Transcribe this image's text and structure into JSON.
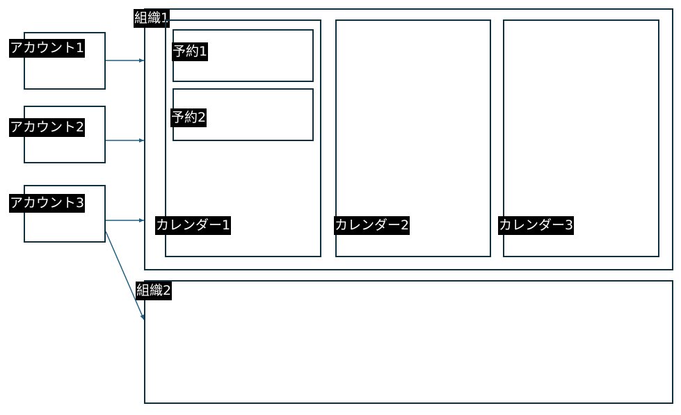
{
  "accounts": [
    {
      "label": "アカウント1"
    },
    {
      "label": "アカウント2"
    },
    {
      "label": "アカウント3"
    }
  ],
  "organizations": [
    {
      "label": "組織1",
      "calendars": [
        {
          "label": "カレンダー1",
          "reservations": [
            {
              "label": "予約1"
            },
            {
              "label": "予約2"
            }
          ]
        },
        {
          "label": "カレンダー2",
          "reservations": []
        },
        {
          "label": "カレンダー3",
          "reservations": []
        }
      ]
    },
    {
      "label": "組織2",
      "calendars": []
    }
  ],
  "connections": [
    {
      "from": "アカウント1",
      "to": "組織1"
    },
    {
      "from": "アカウント2",
      "to": "組織1"
    },
    {
      "from": "アカウント3",
      "to": "組織1"
    },
    {
      "from": "アカウント3",
      "to": "組織2"
    }
  ],
  "colors": {
    "border": "#0f2f3f",
    "arrow": "#1f5f80",
    "label_bg": "#000000",
    "label_text": "#ffffff"
  }
}
